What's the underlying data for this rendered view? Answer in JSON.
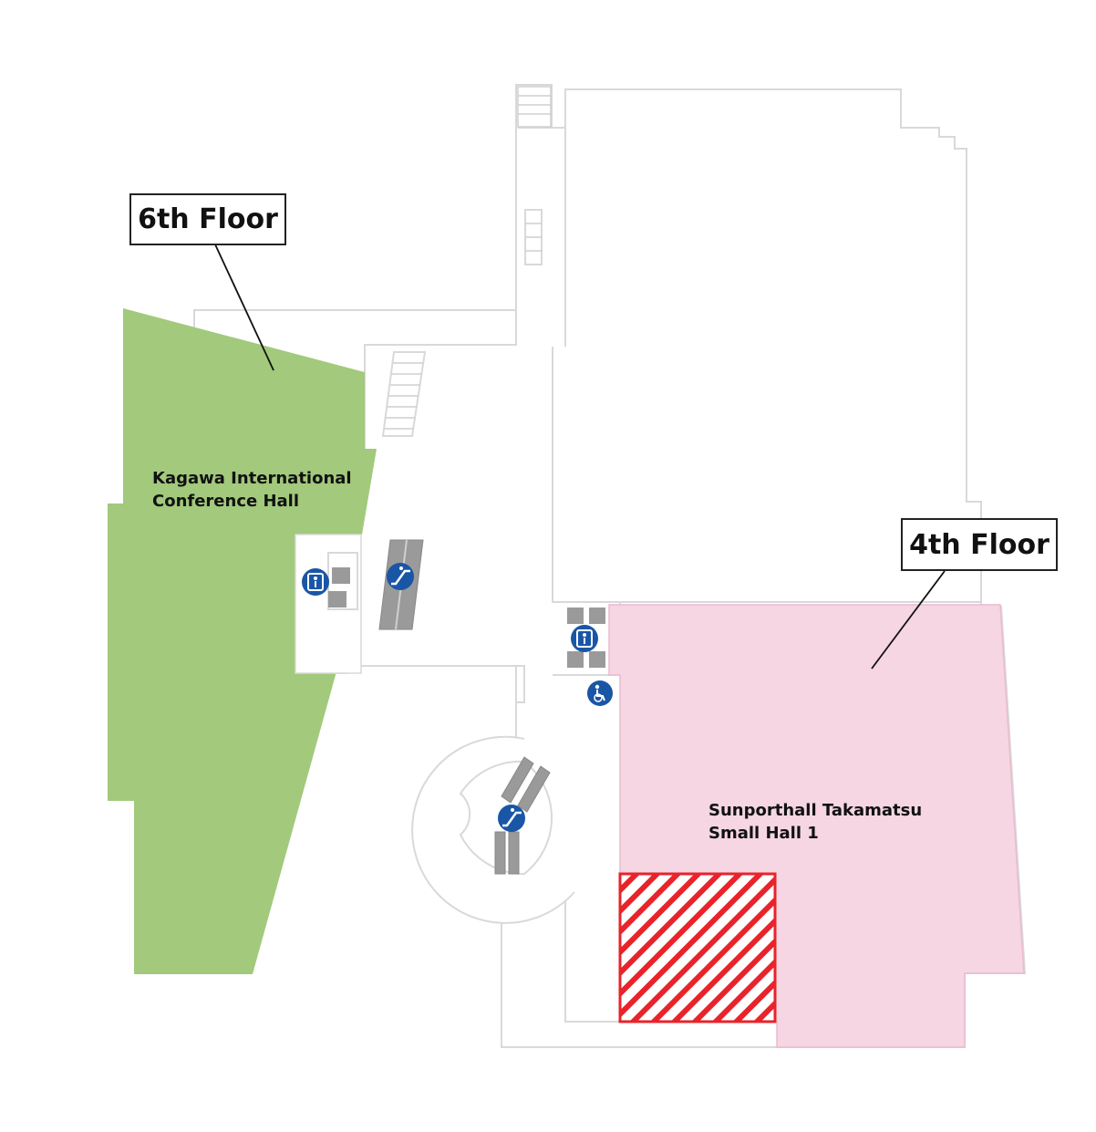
{
  "map": {
    "floors": {
      "sixth": {
        "label": "6th Floor"
      },
      "fourth": {
        "label": "4th Floor"
      }
    },
    "areas": {
      "kagawa": {
        "line1": "Kagawa International",
        "line2": "Conference Hall",
        "color": "#a2c97c"
      },
      "sunport": {
        "line1": "Sunporthall Takamatsu",
        "line2": "Small Hall 1",
        "color": "#f5d6e2"
      },
      "hatched_zone": {
        "color": "#e8232a"
      }
    },
    "icons": {
      "elevator": "elevator-icon",
      "escalator": "escalator-icon",
      "accessible_toilet": "accessible-toilet-icon"
    },
    "icon_color": "#1a56a6"
  }
}
